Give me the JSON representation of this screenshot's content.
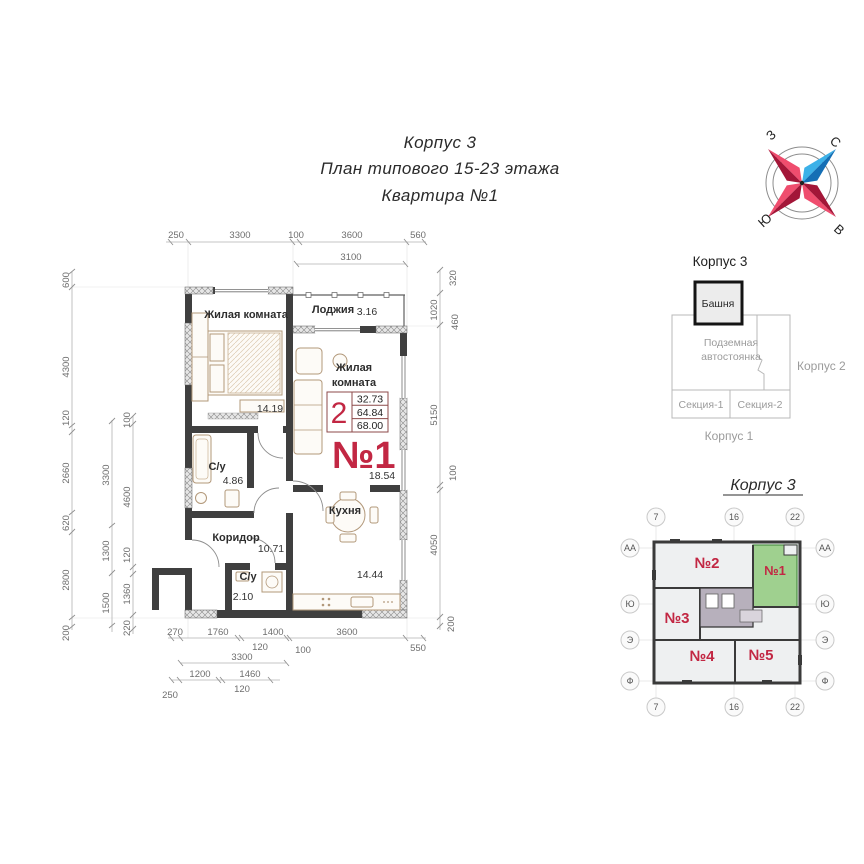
{
  "title": {
    "line1": "Корпус 3",
    "line2": "План типового 15-23 этажа",
    "line3": "Квартира №1"
  },
  "compass": {
    "north": "С",
    "east": "В",
    "south": "Ю",
    "west": "З"
  },
  "apartment_card": {
    "rooms_count": "2",
    "values": [
      "32.73",
      "64.84",
      "68.00"
    ],
    "number": "№1"
  },
  "plan": {
    "rooms": {
      "bedroom": {
        "name": "Жилая комната",
        "area": "14.19"
      },
      "loggia": {
        "name": "Лоджия",
        "area": "3.16"
      },
      "living": {
        "name_l1": "Жилая",
        "name_l2": "комната",
        "area": "18.54"
      },
      "bathroom": {
        "name": "С/у",
        "area": "4.86"
      },
      "corridor": {
        "name": "Коридор",
        "area": "10.71"
      },
      "kitchen": {
        "name": "Кухня",
        "area": "14.44"
      },
      "wc": {
        "name": "С/у",
        "area": "2.10"
      }
    },
    "dims": {
      "top": [
        "250",
        "3300",
        "100",
        "3600",
        "560"
      ],
      "top_inner": [
        "3100"
      ],
      "left_a": [
        "600",
        "4300",
        "120",
        "2660",
        "620",
        "2800",
        "200"
      ],
      "left_b": [
        "3300",
        "1300",
        "1500"
      ],
      "left_c": [
        "100",
        "4600",
        "120",
        "1360",
        "220"
      ],
      "right_a": [
        "320",
        "1020",
        "460",
        "5150",
        "100",
        "4050",
        "200"
      ],
      "bottom_a": [
        "270",
        "1760",
        "120",
        "1400",
        "100",
        "3600",
        "550"
      ],
      "bottom_b": [
        "3300"
      ],
      "bottom_c": [
        "250",
        "1200",
        "120",
        "1460"
      ]
    }
  },
  "site": {
    "title": "Корпус 3",
    "tower": "Башня",
    "parking_l1": "Подземная",
    "parking_l2": "автостоянка",
    "korpus2": "Корпус 2",
    "korpus1": "Корпус 1",
    "section1": "Секция-1",
    "section2": "Секция-2"
  },
  "overview": {
    "title": "Корпус 3",
    "axis_cols": [
      "7",
      "16",
      "22"
    ],
    "axis_rows": [
      "АА",
      "Ю",
      "Э",
      "Ф"
    ],
    "apartments": {
      "a1": "№1",
      "a2": "№2",
      "a3": "№3",
      "a4": "№4",
      "a5": "№5"
    }
  },
  "colors": {
    "accent_red": "#c22743",
    "highlight_green": "#9fd08f",
    "wall_dark": "#3f3f3f"
  }
}
